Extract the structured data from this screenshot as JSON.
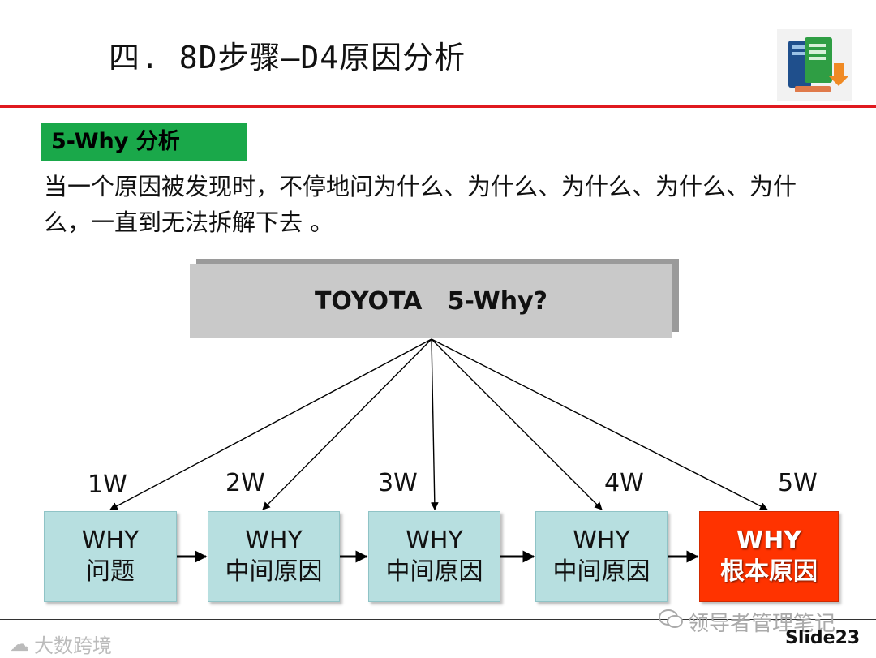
{
  "header": {
    "title": "四. 8D步骤—D4原因分析"
  },
  "section": {
    "tag": "5-Why 分析",
    "description": "当一个原因被发现时，不停地问为什么、为什么、为什么、为什么、为什么，一直到无法拆解下去 。"
  },
  "diagram": {
    "top_label": "TOYOTA   5-Why?",
    "levels": [
      "1W",
      "2W",
      "3W",
      "4W",
      "5W"
    ],
    "boxes": [
      {
        "line1": "WHY",
        "line2": "问题"
      },
      {
        "line1": "WHY",
        "line2": "中间原因"
      },
      {
        "line1": "WHY",
        "line2": "中间原因"
      },
      {
        "line1": "WHY",
        "line2": "中间原因"
      },
      {
        "line1": "WHY",
        "line2": "根本原因"
      }
    ],
    "root_color": "#ff3300",
    "box_color": "#b7dfe0"
  },
  "footer": {
    "watermark_left": "大数跨境",
    "watermark_right": "领导者管理笔记",
    "slide": "Slide23"
  },
  "colors": {
    "accent_red": "#e0191f",
    "tag_green": "#1aa84a"
  },
  "icons": {
    "logo": "books-download-icon",
    "watermark": "wechat-icon"
  }
}
